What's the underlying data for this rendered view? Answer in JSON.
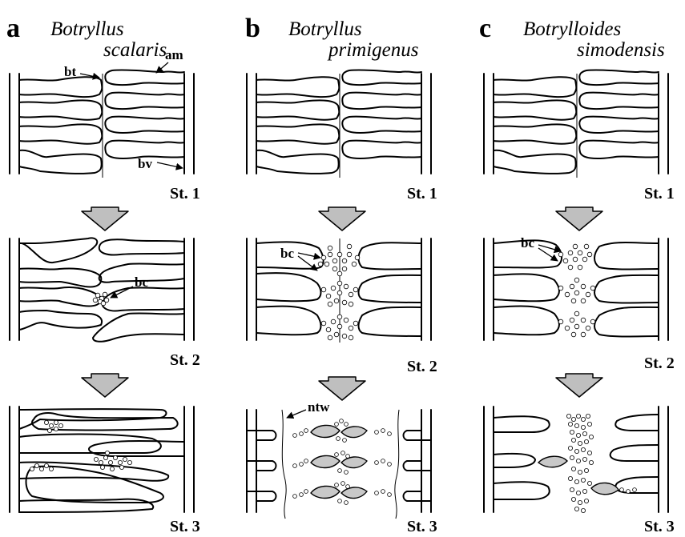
{
  "figure": {
    "panels": [
      {
        "letter": "a",
        "genus": "Botryllus",
        "species": "scalaris"
      },
      {
        "letter": "b",
        "genus": "Botryllus",
        "species": "primigenus"
      },
      {
        "letter": "c",
        "genus": "Botrylloides",
        "species": "simodensis"
      }
    ],
    "stages": [
      "St. 1",
      "St. 2",
      "St. 3"
    ],
    "labels": {
      "bt": "bt",
      "am": "am",
      "bv": "bv",
      "bc": "bc",
      "ntw": "ntw"
    }
  }
}
